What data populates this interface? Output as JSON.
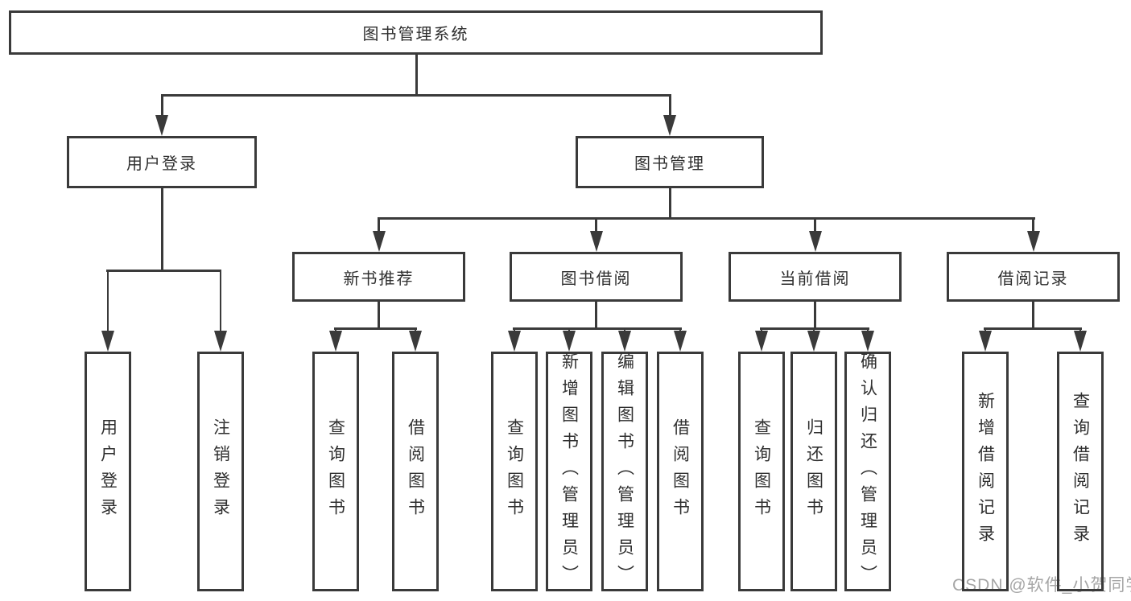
{
  "diagram": {
    "title": "图书管理系统",
    "nodes": {
      "root": "图书管理系统",
      "user_login": "用户登录",
      "book_mgmt": "图书管理",
      "new_book_rec": "新书推荐",
      "book_borrow": "图书借阅",
      "current_borrow": "当前借阅",
      "borrow_records": "借阅记录",
      "ul_user_login": "用户登录",
      "ul_logout": "注销登录",
      "nbr_query_books": "查询图书",
      "nbr_borrow_books": "借阅图书",
      "bb_query_books": "查询图书",
      "bb_add_books": "新增图书（管理员）",
      "bb_edit_books": "编辑图书（管理员）",
      "bb_borrow_books": "借阅图书",
      "cb_query_books": "查询图书",
      "cb_return_books": "归还图书",
      "cb_confirm_return": "确认归还（管理员）",
      "br_add_record": "新增借阅记录",
      "br_query_record": "查询借阅记录"
    }
  },
  "watermark": "CSDN @软件_小贺同学",
  "colors": {
    "line": "#3a3a3a",
    "text": "#2f2f2f",
    "watermark": "#a6a6a6",
    "background": "#ffffff"
  }
}
